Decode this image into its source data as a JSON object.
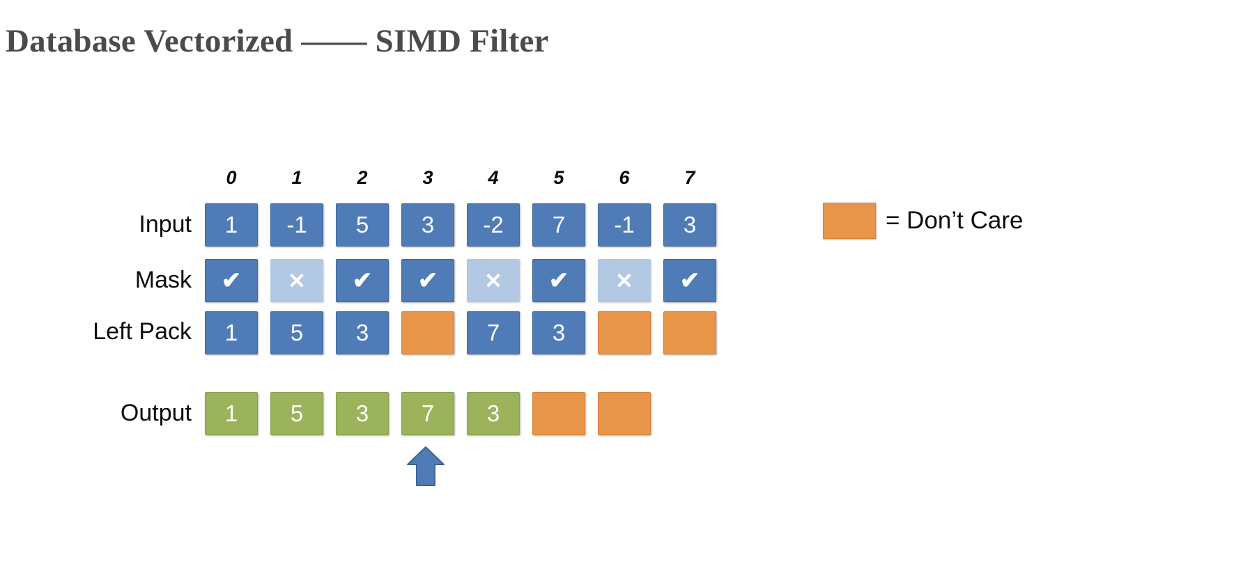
{
  "slide": {
    "title": "Database Vectorized —— SIMD Filter"
  },
  "diagram": {
    "column_indices": [
      "0",
      "1",
      "2",
      "3",
      "4",
      "5",
      "6",
      "7"
    ],
    "rows": [
      {
        "label": "Input",
        "cells": [
          {
            "text": "1",
            "color": "blue"
          },
          {
            "text": "-1",
            "color": "blue"
          },
          {
            "text": "5",
            "color": "blue"
          },
          {
            "text": "3",
            "color": "blue"
          },
          {
            "text": "-2",
            "color": "blue"
          },
          {
            "text": "7",
            "color": "blue"
          },
          {
            "text": "-1",
            "color": "blue"
          },
          {
            "text": "3",
            "color": "blue"
          }
        ]
      },
      {
        "label": "Mask",
        "cells": [
          {
            "text": "✔",
            "color": "blue",
            "icon": "check-icon"
          },
          {
            "text": "✘",
            "color": "light-blue",
            "icon": "cross-icon"
          },
          {
            "text": "✔",
            "color": "blue",
            "icon": "check-icon"
          },
          {
            "text": "✔",
            "color": "blue",
            "icon": "check-icon"
          },
          {
            "text": "✘",
            "color": "light-blue",
            "icon": "cross-icon"
          },
          {
            "text": "✔",
            "color": "blue",
            "icon": "check-icon"
          },
          {
            "text": "✘",
            "color": "light-blue",
            "icon": "cross-icon"
          },
          {
            "text": "✔",
            "color": "blue",
            "icon": "check-icon"
          }
        ]
      },
      {
        "label": "Left Pack",
        "cells": [
          {
            "text": "1",
            "color": "blue"
          },
          {
            "text": "5",
            "color": "blue"
          },
          {
            "text": "3",
            "color": "blue"
          },
          {
            "text": "",
            "color": "orange"
          },
          {
            "text": "7",
            "color": "blue"
          },
          {
            "text": "3",
            "color": "blue"
          },
          {
            "text": "",
            "color": "orange"
          },
          {
            "text": "",
            "color": "orange"
          }
        ]
      },
      {
        "label": "Output",
        "cells": [
          {
            "text": "1",
            "color": "green"
          },
          {
            "text": "5",
            "color": "green"
          },
          {
            "text": "3",
            "color": "green"
          },
          {
            "text": "7",
            "color": "green"
          },
          {
            "text": "3",
            "color": "green"
          },
          {
            "text": "",
            "color": "orange"
          },
          {
            "text": "",
            "color": "orange"
          }
        ]
      }
    ],
    "pointer": {
      "icon": "arrow-up-icon",
      "points_to_row": "Output",
      "points_to_index": 3,
      "color": "#4f7cb6"
    }
  },
  "legend": {
    "swatch_color": "#e8954a",
    "text": "= Don’t Care"
  },
  "colors": {
    "blue": "#4f7cb6",
    "light_blue": "#b3c8e2",
    "orange": "#e8954a",
    "green": "#9bb45c",
    "title_gray": "#4b4b4b",
    "background": "#ffffff"
  }
}
